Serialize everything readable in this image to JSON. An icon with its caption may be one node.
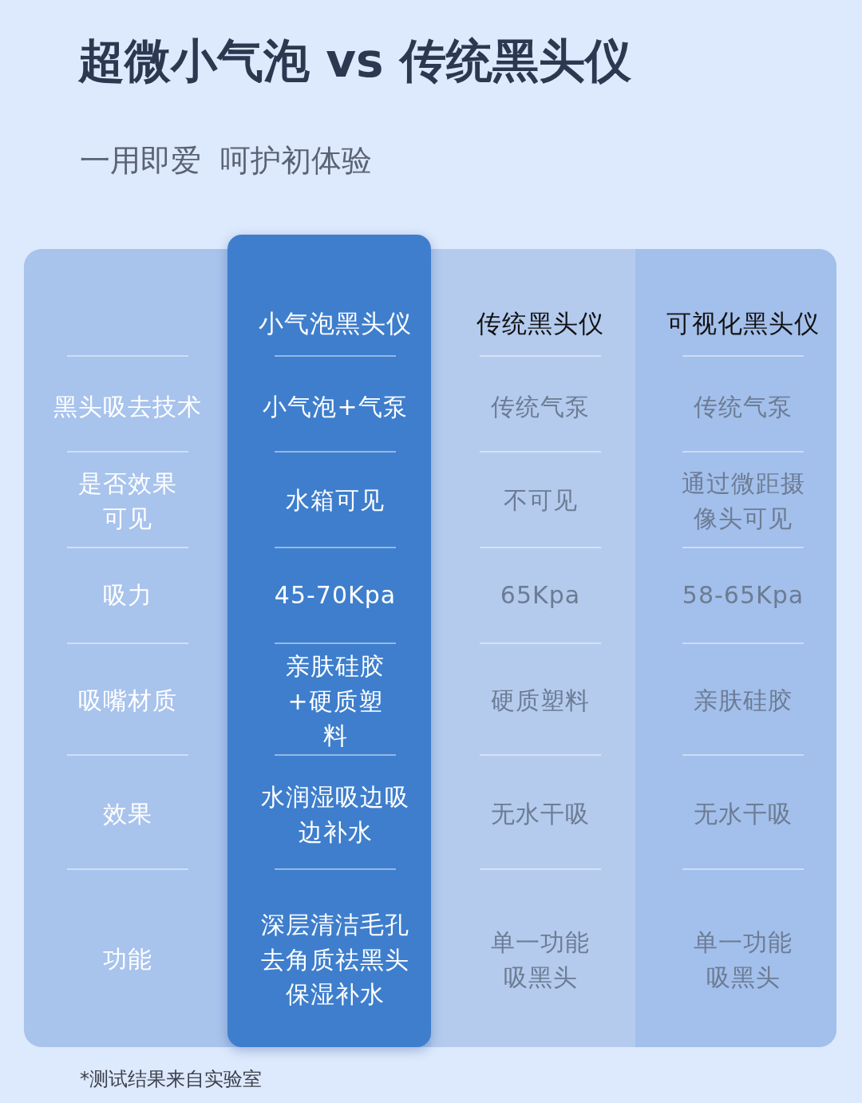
{
  "diagram": {
    "title": "超微小气泡 vs 传统黑头仪",
    "caption": "*测试结果来自实验室",
    "labels": [
      "一用即爱  呵护初体验",
      "小气泡黑头仪",
      "传统黑头仪",
      "可视化黑头仪",
      "黑头吸去技术",
      "小气泡+气泵",
      "传统气泵",
      "传统气泵",
      "是否效果可见",
      "水箱可见",
      "不可见",
      "通过微距摄像头可见",
      "吸力",
      "45-70Kpa",
      "65Kpa",
      "58-65Kpa",
      "吸嘴材质",
      "亲肤硅胶+硬质塑料",
      "硬质塑料",
      "亲肤硅胶",
      "效果",
      "水润湿吸边吸边补水",
      "无水干吸",
      "无水干吸",
      "功能",
      "深层清洁毛孔去角质祛黑头保湿补水",
      "单一功能吸黑头",
      "单一功能吸黑头"
    ]
  }
}
